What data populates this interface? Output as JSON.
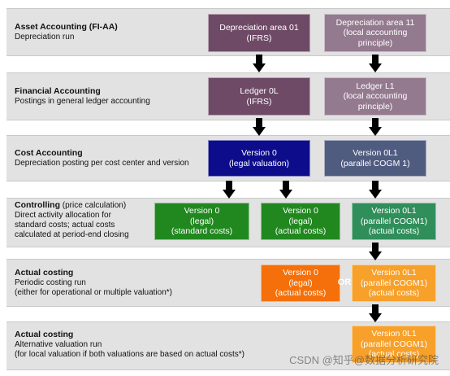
{
  "colors": {
    "band_bg": "#e2e2e2",
    "plum": "#6e4a66",
    "plum_light": "#947a8e",
    "navy": "#0d0c8a",
    "slate": "#505b80",
    "green": "#21881f",
    "green_light": "#2f8e5a",
    "orange": "#f5700a",
    "orange_light": "#f7a02a"
  },
  "sections": [
    {
      "title": "Asset Accounting (FI-AA)",
      "title_suffix": "",
      "lines": [
        "Depreciation run"
      ]
    },
    {
      "title": "Financial Accounting",
      "title_suffix": "",
      "lines": [
        "Postings in general ledger accounting"
      ]
    },
    {
      "title": "Cost Accounting",
      "title_suffix": "",
      "lines": [
        "Depreciation posting per cost center and version"
      ]
    },
    {
      "title": "Controlling",
      "title_suffix": " (price calculation)",
      "lines": [
        "Direct activity allocation for",
        "standard costs; actual costs",
        "calculated at period-end closing"
      ]
    },
    {
      "title": "Actual costing",
      "title_suffix": "",
      "lines": [
        "Periodic costing run",
        "(either for operational or multiple valuation*)"
      ]
    },
    {
      "title": "Actual costing",
      "title_suffix": "",
      "lines": [
        "Alternative valuation run",
        "(for local valuation if both valuations are based on actual costs*)"
      ]
    }
  ],
  "boxes": {
    "dep_area_01": [
      "Depreciation area 01",
      "(IFRS)"
    ],
    "dep_area_11": [
      "Depreciation area 11",
      "(local accounting",
      "principle)"
    ],
    "ledger_0l": [
      "Ledger 0L",
      "(IFRS)"
    ],
    "ledger_l1": [
      "Ledger L1",
      "(local accounting",
      "principle)"
    ],
    "cost_version_0": [
      "Version 0",
      "(legal valuation)"
    ],
    "cost_version_0l1": [
      "Version 0L1",
      "(parallel COGM 1)"
    ],
    "ctrl_version_0_std": [
      "Version 0",
      "(legal)",
      "(standard costs)"
    ],
    "ctrl_version_0_act": [
      "Version 0",
      "(legal)",
      "(actual costs)"
    ],
    "ctrl_version_0l1": [
      "Version 0L1",
      "(parallel COGM1)",
      "(actual costs)"
    ],
    "ac_version_0": [
      "Version 0",
      "(legal)",
      "(actual costs)"
    ],
    "ac_version_0l1": [
      "Version 0L1",
      "(parallel COGM1)",
      "(actual costs)"
    ],
    "alt_version_0l1": [
      "Version 0L1",
      "(parallel COGM1)",
      "(actual costs)"
    ]
  },
  "or_label": "OR",
  "watermark": "CSDN @知乎@数据分析研究院"
}
